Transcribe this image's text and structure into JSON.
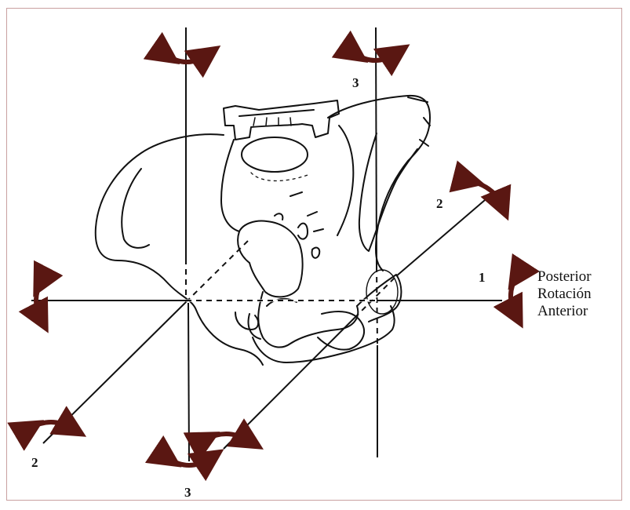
{
  "colors": {
    "arrow": "#5a1712",
    "line": "#111111",
    "frame": "#c9a0a0"
  },
  "axes": {
    "axis1_label": "1",
    "axis2_label_upper": "2",
    "axis2_label_lower": "2",
    "axis3_label_upper": "3",
    "axis3_label_lower": "3"
  },
  "rotation_legend": {
    "line1": "Posterior",
    "line2": "Rotación",
    "line3": "Anterior"
  },
  "icons": [
    "rotation-arrow-icon",
    "pelvis-illustration"
  ]
}
